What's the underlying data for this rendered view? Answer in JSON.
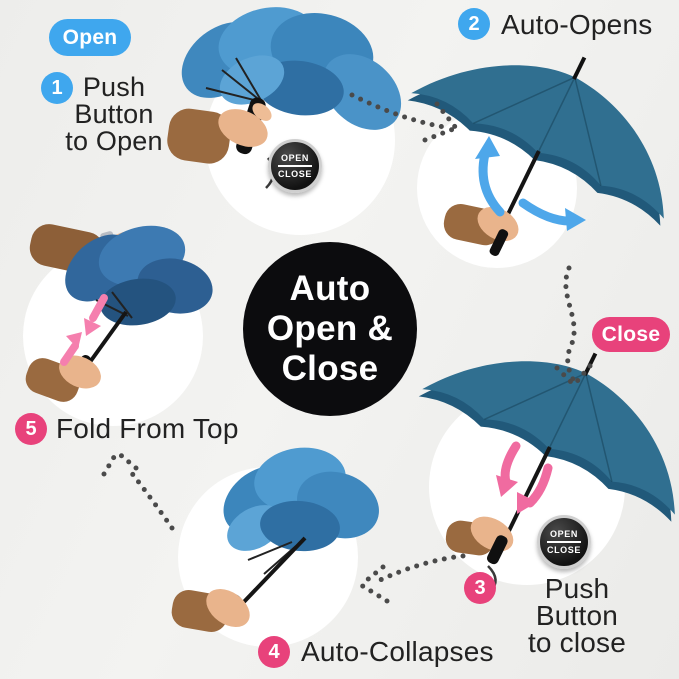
{
  "badges": {
    "open": "Open",
    "close": "Close"
  },
  "title_circle": {
    "lines": [
      "Auto",
      "Open &",
      "Close"
    ]
  },
  "steps": [
    {
      "num": "1",
      "lines": [
        "Push",
        "Button",
        "to Open"
      ]
    },
    {
      "num": "2",
      "label": "Auto-Opens"
    },
    {
      "num": "3",
      "lines": [
        "Push Button",
        "to close"
      ]
    },
    {
      "num": "4",
      "label": "Auto-Collapses"
    },
    {
      "num": "5",
      "label": "Fold From Top"
    }
  ],
  "open_close_badge": {
    "line1": "OPEN",
    "line2": "CLOSE"
  },
  "colors": {
    "accent_blue": "#3fa7ee",
    "accent_pink": "#e8427b",
    "umbrella_teal": "#306f90",
    "umbrella_teal_dark": "#21597a",
    "umbrella_blue": "#4f9bd0",
    "umbrella_navy": "#2d5f92",
    "arrow_blue": "#4ea7ea",
    "arrow_pink": "#f06ba0",
    "dots": "#4a4a4a",
    "background": "#efefee",
    "text": "#1f1f1f"
  }
}
